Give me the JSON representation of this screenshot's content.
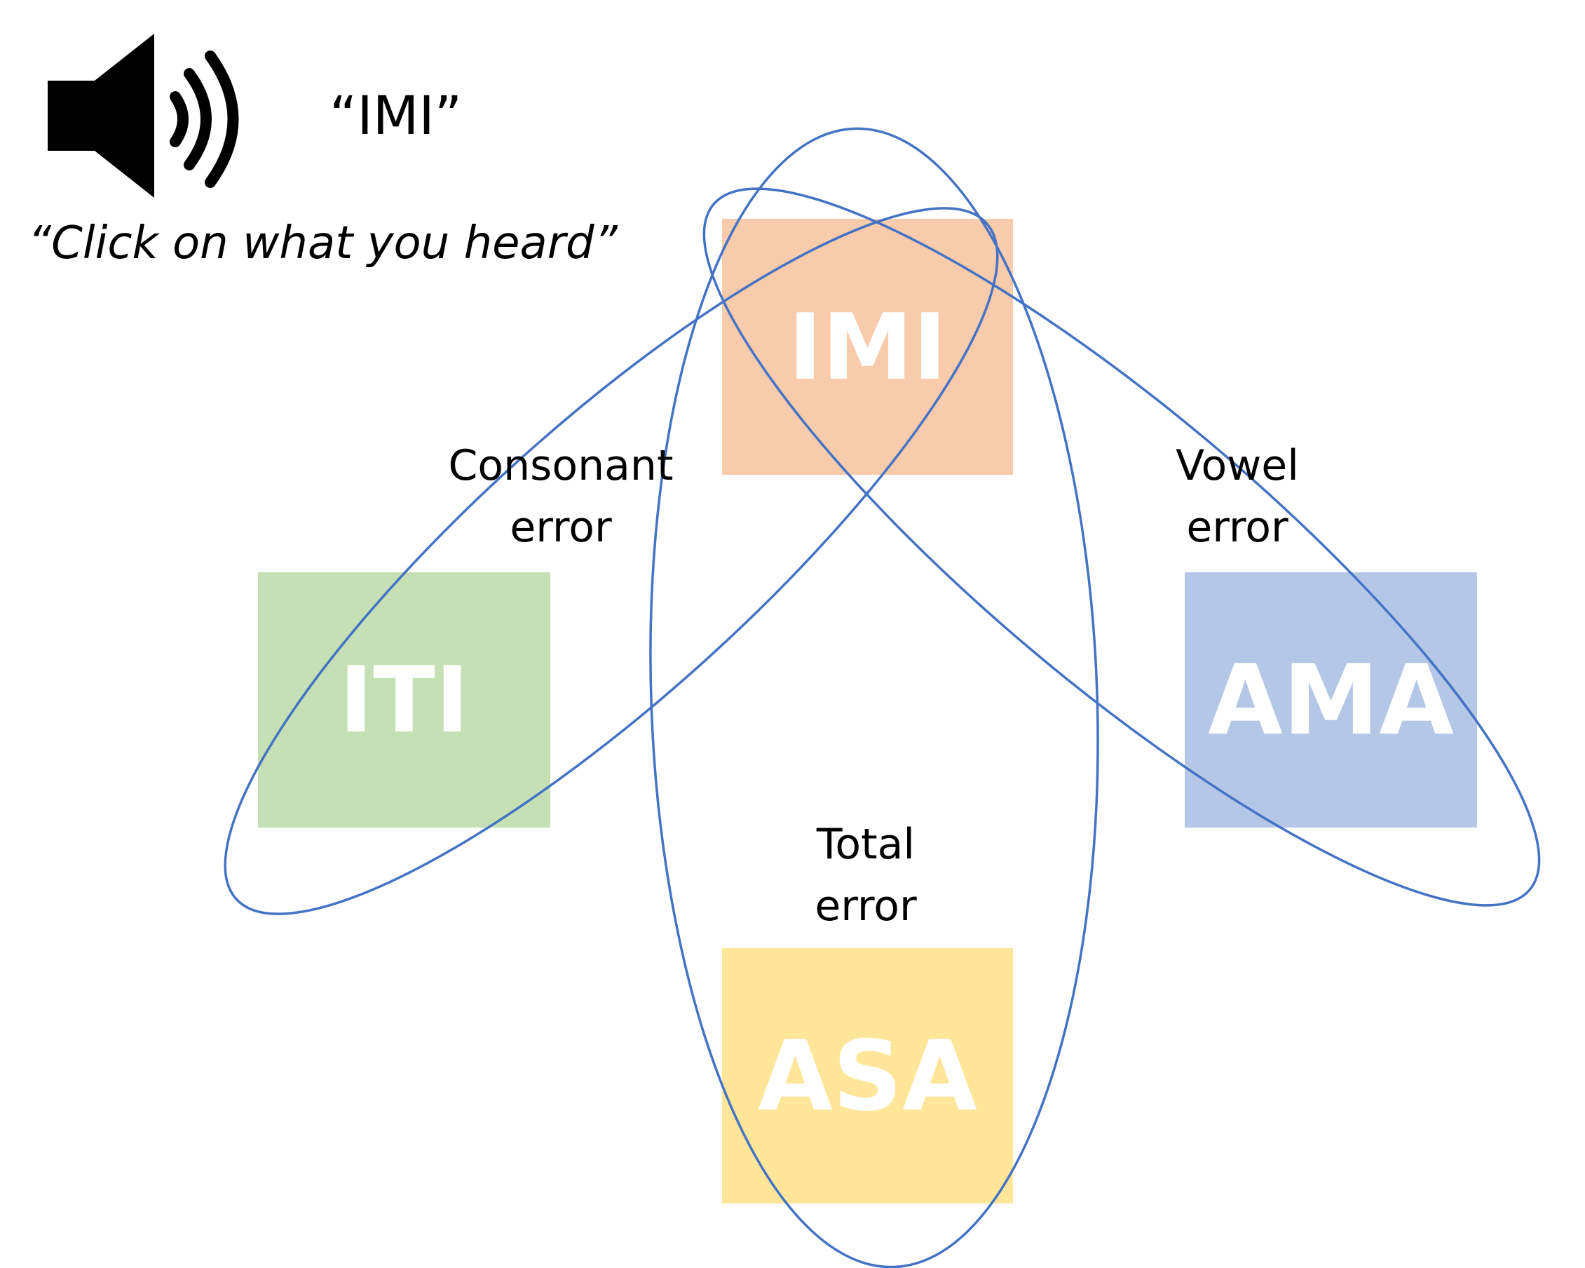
{
  "stimulus_text": "“IMI”",
  "instruction_text": "“Click on what you heard”",
  "icons": {
    "speaker": "speaker-sound-icon"
  },
  "tiles": {
    "imi": {
      "label": "IMI",
      "color": "#F7CBAC"
    },
    "iti": {
      "label": "ITI",
      "color": "#C5E0B4"
    },
    "ama": {
      "label": "AMA",
      "color": "#B4C7E7"
    },
    "asa": {
      "label": "ASA",
      "color": "#FFE699"
    }
  },
  "error_groups": {
    "consonant": {
      "line1": "Consonant",
      "line2": "error"
    },
    "vowel": {
      "line1": "Vowel",
      "line2": "error"
    },
    "total": {
      "line1": "Total",
      "line2": "error"
    }
  },
  "colors": {
    "oval_stroke": "#4472C4",
    "text": "#000000",
    "tile_text": "#FFFFFF"
  }
}
